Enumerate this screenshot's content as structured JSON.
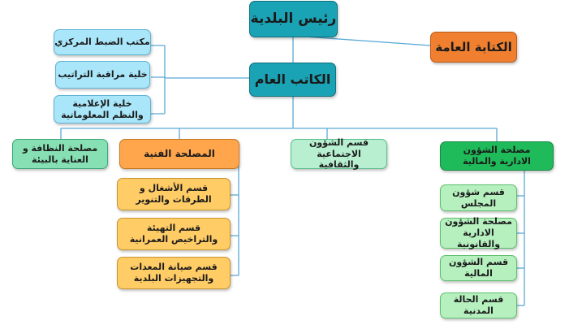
{
  "mayor": "رئيس البلدية",
  "secretariat": "الكتابة العامة",
  "secretary_general": "الكاتب العام",
  "sg_units": [
    "مكتب الضبط المركزي",
    "خلية مراقبة التراتيب",
    "خلية الإعلامية والنظم المعلوماتية"
  ],
  "departments": {
    "cleanliness": "مصلحة النظافة و العناية بالبيئة",
    "technical": "المصلحة الفنية",
    "social_cultural": "قسم الشؤون الاجتماعية والثقافية",
    "admin_financial": "مصلحة الشؤون الادارية والمالية"
  },
  "technical_units": [
    "قسم الأشغال و الطرقات والتنوير",
    "قسم التهيئة والتراخيص العمرانية",
    "قسم صيانة المعدات والتجهيزات البلدية"
  ],
  "admin_units": [
    "قسم شؤون المجلس",
    "مصلحة الشؤون الادارية والقانونية",
    "قسم الشؤون المالية",
    "قسم الحالة المدنية"
  ]
}
